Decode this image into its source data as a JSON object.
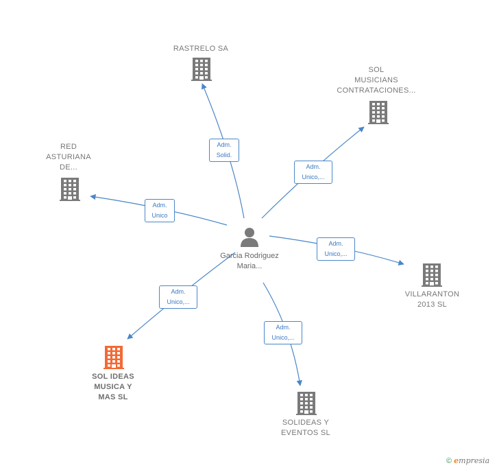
{
  "center": {
    "name": "Garcia\nRodriguez\nMaria...",
    "icon": "person-icon"
  },
  "nodes": [
    {
      "id": "rastrelo",
      "label": "RASTRELO SA",
      "icon": "building-icon",
      "highlight": false
    },
    {
      "id": "sol-musicians",
      "label": "SOL\nMUSICIANS\nCONTRATACIONES...",
      "icon": "building-icon",
      "highlight": false
    },
    {
      "id": "red-asturiana",
      "label": "RED\nASTURIANA\nDE...",
      "icon": "building-icon",
      "highlight": false
    },
    {
      "id": "villaranton",
      "label": "VILLARANTON\n2013 SL",
      "icon": "building-icon",
      "highlight": false
    },
    {
      "id": "sol-ideas",
      "label": "SOL IDEAS\nMUSICA Y\nMAS  SL",
      "icon": "building-icon",
      "highlight": true
    },
    {
      "id": "solideas-eventos",
      "label": "SOLIDEAS Y\nEVENTOS  SL",
      "icon": "building-icon",
      "highlight": false
    }
  ],
  "edges": [
    {
      "to": "rastrelo",
      "label": "Adm.\nSolid."
    },
    {
      "to": "sol-musicians",
      "label": "Adm.\nUnico,..."
    },
    {
      "to": "red-asturiana",
      "label": "Adm.\nUnico"
    },
    {
      "to": "villaranton",
      "label": "Adm.\nUnico,..."
    },
    {
      "to": "sol-ideas",
      "label": "Adm.\nUnico,..."
    },
    {
      "to": "solideas-eventos",
      "label": "Adm.\nUnico,..."
    }
  ],
  "colors": {
    "edge": "#4a86c8",
    "building": "#7a7a7a",
    "building_highlight": "#f26a35",
    "person": "#7a7a7a"
  },
  "footer": {
    "copyright": "©",
    "brand_initial": "e",
    "brand_rest": "mpresia"
  }
}
